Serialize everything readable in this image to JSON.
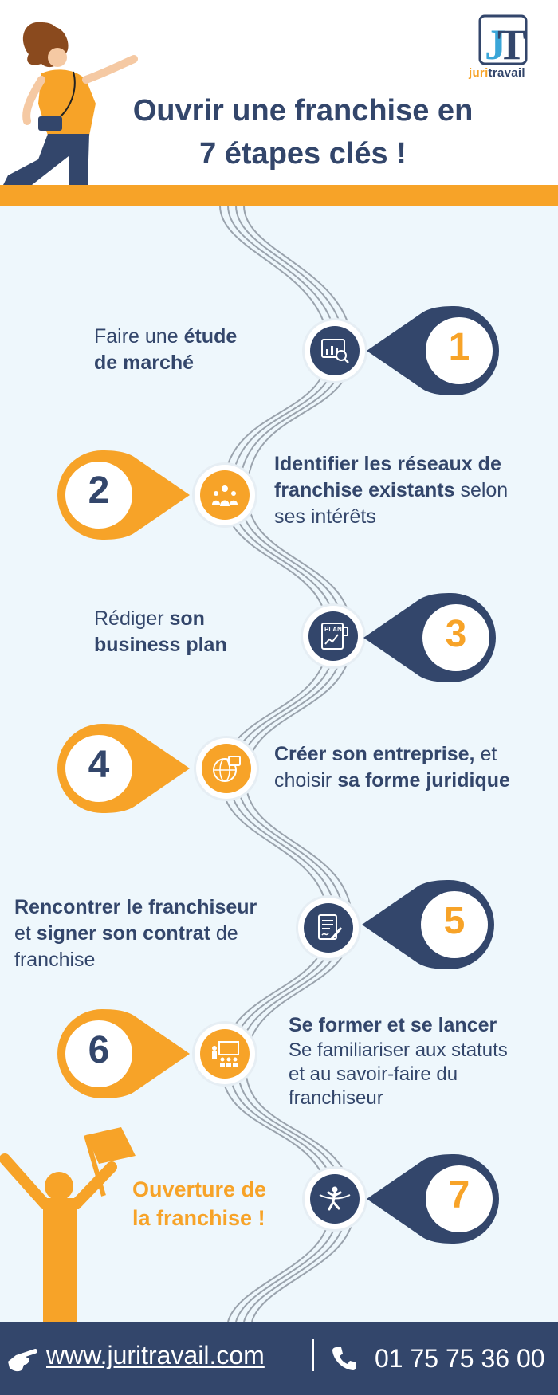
{
  "header": {
    "title_line1": "Ouvrir une franchise en",
    "title_line2": "7 étapes clés !",
    "logo_word_a": "juri",
    "logo_word_b": "travail"
  },
  "colors": {
    "navy": "#33466b",
    "orange": "#f7a328",
    "background": "#eef7fc"
  },
  "steps": [
    {
      "num": "1",
      "parts": [
        "Faire une ",
        "étude",
        "de marché"
      ],
      "icon": "market-study-icon"
    },
    {
      "num": "2",
      "parts": [
        "Identifier les réseaux de",
        "franchise existants",
        " selon",
        "ses intérêts"
      ],
      "icon": "network-icon"
    },
    {
      "num": "3",
      "parts": [
        "Rédiger ",
        "son",
        "business plan"
      ],
      "icon": "business-plan-icon",
      "plan_label": "PLAN"
    },
    {
      "num": "4",
      "parts": [
        "Créer son entreprise,",
        " et",
        "choisir ",
        "sa forme juridique"
      ],
      "icon": "company-globe-icon"
    },
    {
      "num": "5",
      "parts": [
        "Rencontrer le franchiseur",
        "et ",
        "signer son contrat",
        " de",
        "franchise"
      ],
      "icon": "contract-icon"
    },
    {
      "num": "6",
      "title": "Se former et se lancer",
      "sub": [
        "Se familiariser aux statuts",
        "et au savoir-faire du",
        "franchiseur"
      ],
      "icon": "training-icon"
    },
    {
      "num": "7",
      "parts": [
        "Ouverture de",
        "la franchise !"
      ],
      "icon": "finish-line-icon"
    }
  ],
  "footer": {
    "url": "www.juritravail.com",
    "phone": "01 75 75 36 00"
  }
}
